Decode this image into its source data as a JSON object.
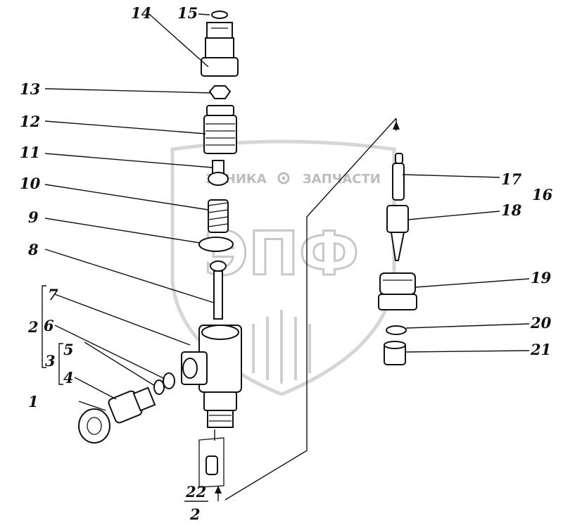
{
  "watermark": {
    "top_left": "ЗИНИКА",
    "top_right": "ЗАПЧАСТИ",
    "logo": "ЭПФ",
    "gear_icon": "gear-icon",
    "shield_color": "#d9d9d9"
  },
  "callouts": {
    "c1": "1",
    "c2": "2",
    "c3": "3",
    "c4": "4",
    "c5": "5",
    "c6": "6",
    "c7": "7",
    "c8": "8",
    "c9": "9",
    "c10": "10",
    "c11": "11",
    "c12": "12",
    "c13": "13",
    "c14": "14",
    "c15": "15",
    "c16": "16",
    "c17": "17",
    "c18": "18",
    "c19": "19",
    "c20": "20",
    "c21": "21",
    "c22_numerator": "22",
    "c22_denominator": "2"
  }
}
